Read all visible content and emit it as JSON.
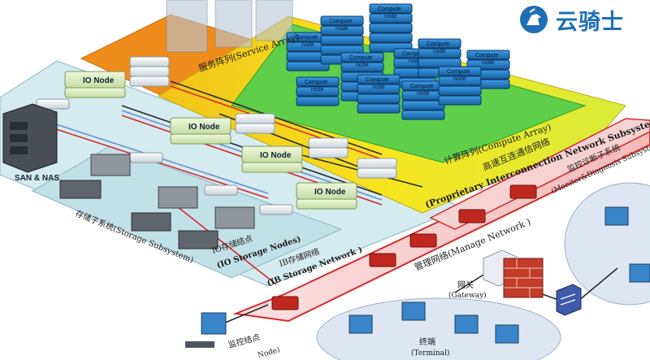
{
  "brand": {
    "name": "云骑士"
  },
  "regions": {
    "service_array": "服务阵列(Service Array)",
    "compute_array": "计算阵列(Compute Array)",
    "interconnect_cn": "高速互连通信网络",
    "interconnect_en": "(Proprietary Interconnection Network Subsystem )",
    "monitor_cn": "监控诊断子系统",
    "monitor_en": "(Monitor&Diagnosis Subsyste",
    "manage_network": "管理网络(Manage  Network )",
    "storage_subsystem": "存储子系统(Storage Subsystem)",
    "io_storage_nodes_cn": "IO存储结点",
    "io_storage_nodes_en": "(IO  Storage  Nodes)",
    "ib_network_cn": "IB存储网络",
    "ib_network_en": "(IB  Storage Network )",
    "san_nas": "SAN & NAS",
    "gateway_cn": "网关",
    "gateway_en": "(Gateway)",
    "terminal_cn": "终端",
    "terminal_en": "(Terminal)",
    "control_node_cn": "监控结点",
    "control_node_en": "Node)"
  },
  "io_nodes": [
    "IO Node",
    "IO Node",
    "IO Node",
    "IO Node"
  ],
  "compute_node_label": [
    "Compute",
    "node"
  ],
  "colors": {
    "service_orange": "#f08c1c",
    "interconnect_yellow": "#f6e21a",
    "compute_green": "#5fcf4a",
    "manage_pink": "#f7c8c8",
    "manage_border": "#d42a2a",
    "storage_blue": "#cbe6ec",
    "compute_blue": "#1f7fd0",
    "brand_blue": "#1f6fb5"
  }
}
